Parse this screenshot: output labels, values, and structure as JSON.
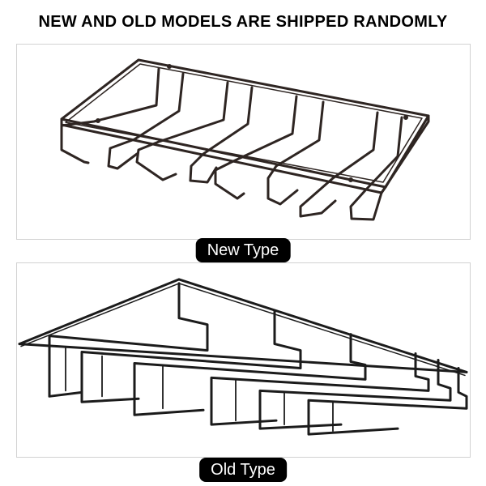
{
  "header": {
    "title": "NEW AND OLD MODELS ARE SHIPPED RANDOMLY"
  },
  "panels": [
    {
      "label": "New Type"
    },
    {
      "label": "Old Type"
    }
  ],
  "colors": {
    "rack_new": "#2e2522",
    "rack_old": "#1b1b1b",
    "pill_bg": "#000000",
    "pill_text": "#ffffff"
  }
}
